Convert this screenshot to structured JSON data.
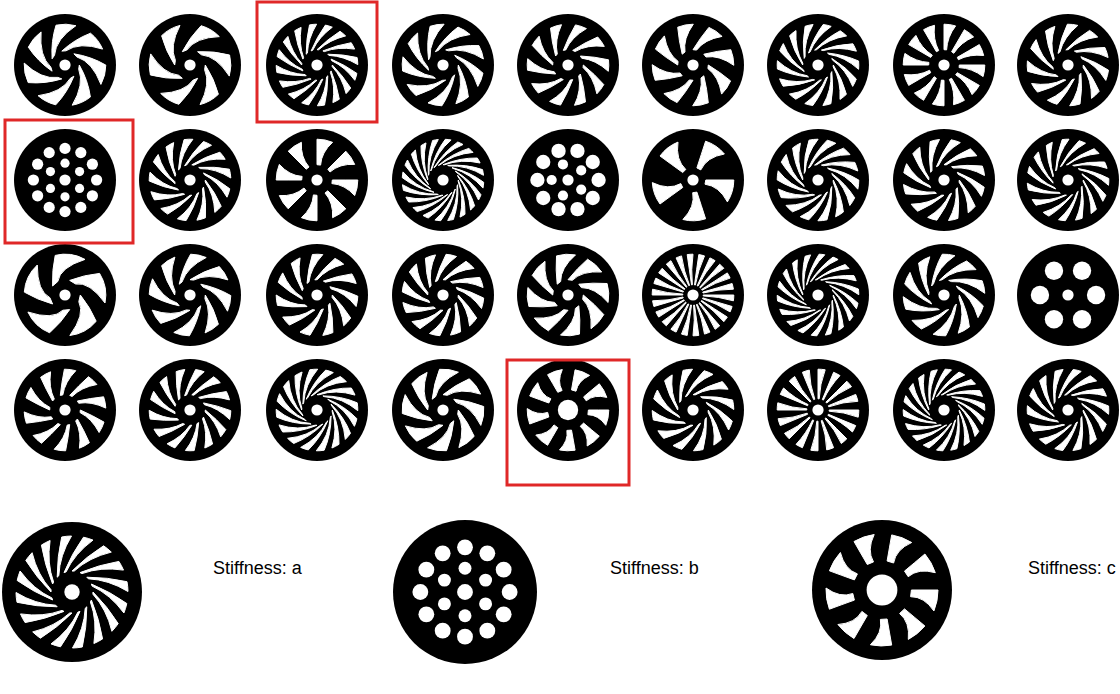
{
  "diagram": {
    "labels": [
      "Stiffness: a",
      "Stiffness: b",
      "Stiffness: c"
    ]
  }
}
